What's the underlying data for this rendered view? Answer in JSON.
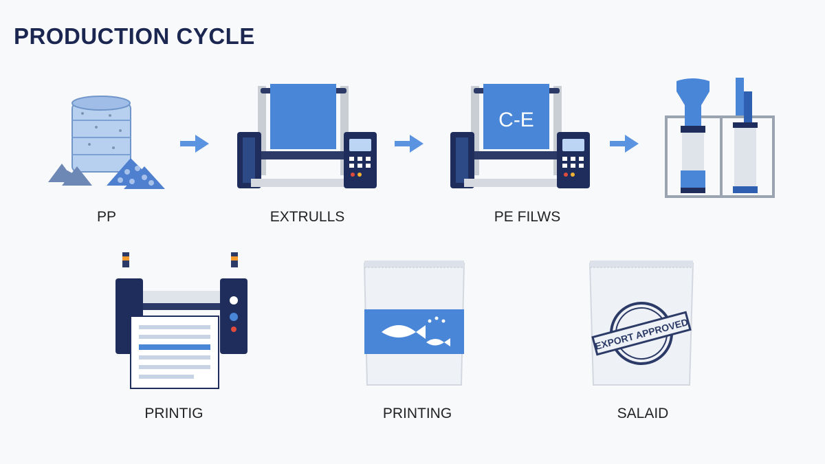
{
  "title": "PRODUCTION CYCLE",
  "stages": [
    {
      "id": "pp",
      "label": "PP",
      "icon": "pellet-silo-icon"
    },
    {
      "id": "extrusion",
      "label": "EXTRULLS",
      "icon": "extruder-machine-icon"
    },
    {
      "id": "pe-films",
      "label": "PE FILWS",
      "icon": "film-machine-icon",
      "film_text": "C-E"
    },
    {
      "id": "bag-making",
      "label": "",
      "icon": "bag-forming-machine-icon"
    },
    {
      "id": "printing-machine",
      "label": "PRINTIG",
      "icon": "printing-press-icon"
    },
    {
      "id": "printed-bag",
      "label": "PRINTING",
      "icon": "printed-fish-bag-icon"
    },
    {
      "id": "sealed",
      "label": "SALAID",
      "icon": "export-bag-icon",
      "stamp_text": "EXPORT APPROVED"
    }
  ],
  "colors": {
    "navy": "#1f2d5c",
    "blue": "#4a86d8",
    "light_blue": "#a9c6ee",
    "arrow": "#5a93e0",
    "grey": "#c9cdd4"
  }
}
